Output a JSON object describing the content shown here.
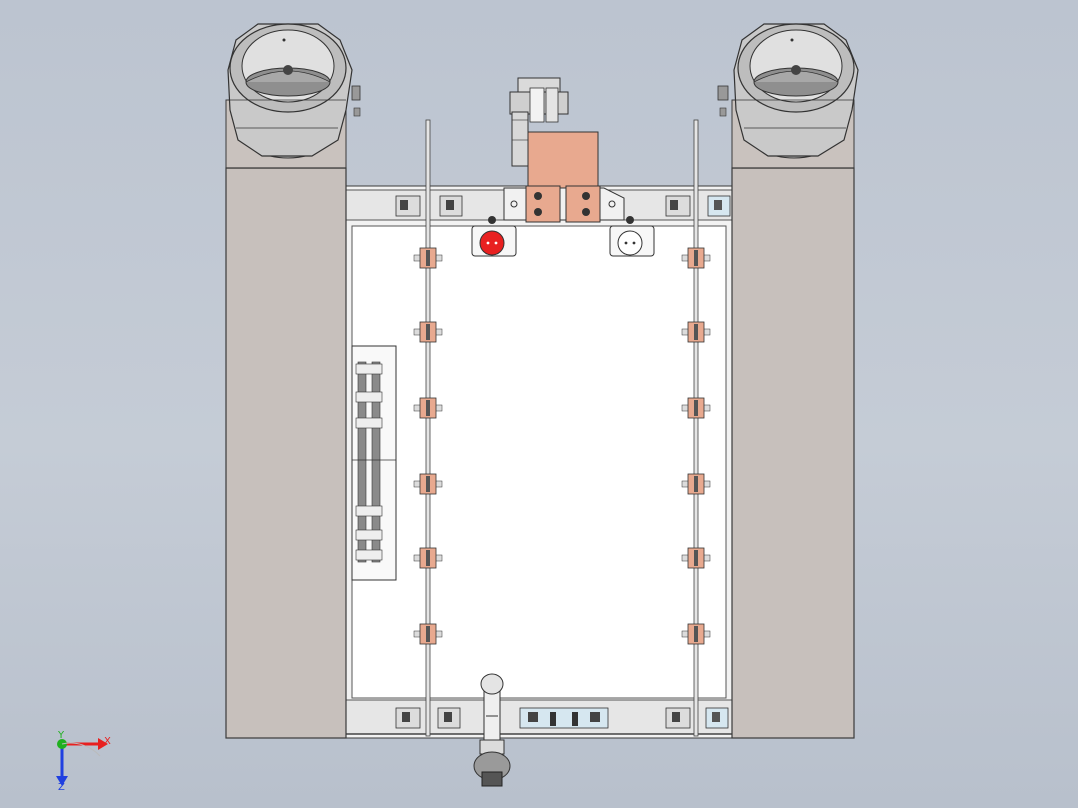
{
  "viewport": {
    "background_top": "#bcc4d0",
    "background_bottom": "#b8c0cc"
  },
  "colors": {
    "panel_white": "#ffffff",
    "duct_gray": "#c7c0bc",
    "steel_gray": "#d6d6d6",
    "copper": "#e8a98f",
    "lamp_red": "#e82020",
    "outline": "#3a3a3a"
  },
  "parts": {
    "left_duct": "exhaust-fan-left",
    "right_duct": "exhaust-fan-right",
    "top_connector": "copper-junction-block",
    "red_lamp": "indicator-lamp-red",
    "white_lamp": "indicator-lamp-white",
    "bottom_valve": "drain-valve"
  },
  "triad": {
    "x_label": "X",
    "y_label": "Y",
    "z_label": "Z",
    "x_color": "#e82020",
    "y_color": "#20b020",
    "z_color": "#2040e0"
  }
}
